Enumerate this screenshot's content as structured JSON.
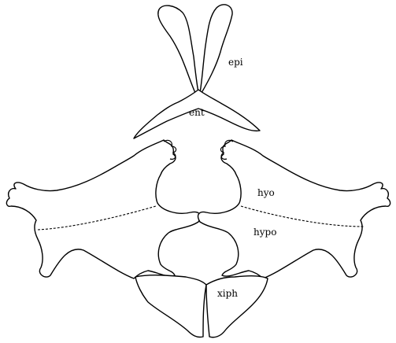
{
  "labels": {
    "epi": "epi",
    "ent": "ent",
    "hyo": "hyo",
    "hypo": "hypo",
    "xiph": "xiph"
  }
}
